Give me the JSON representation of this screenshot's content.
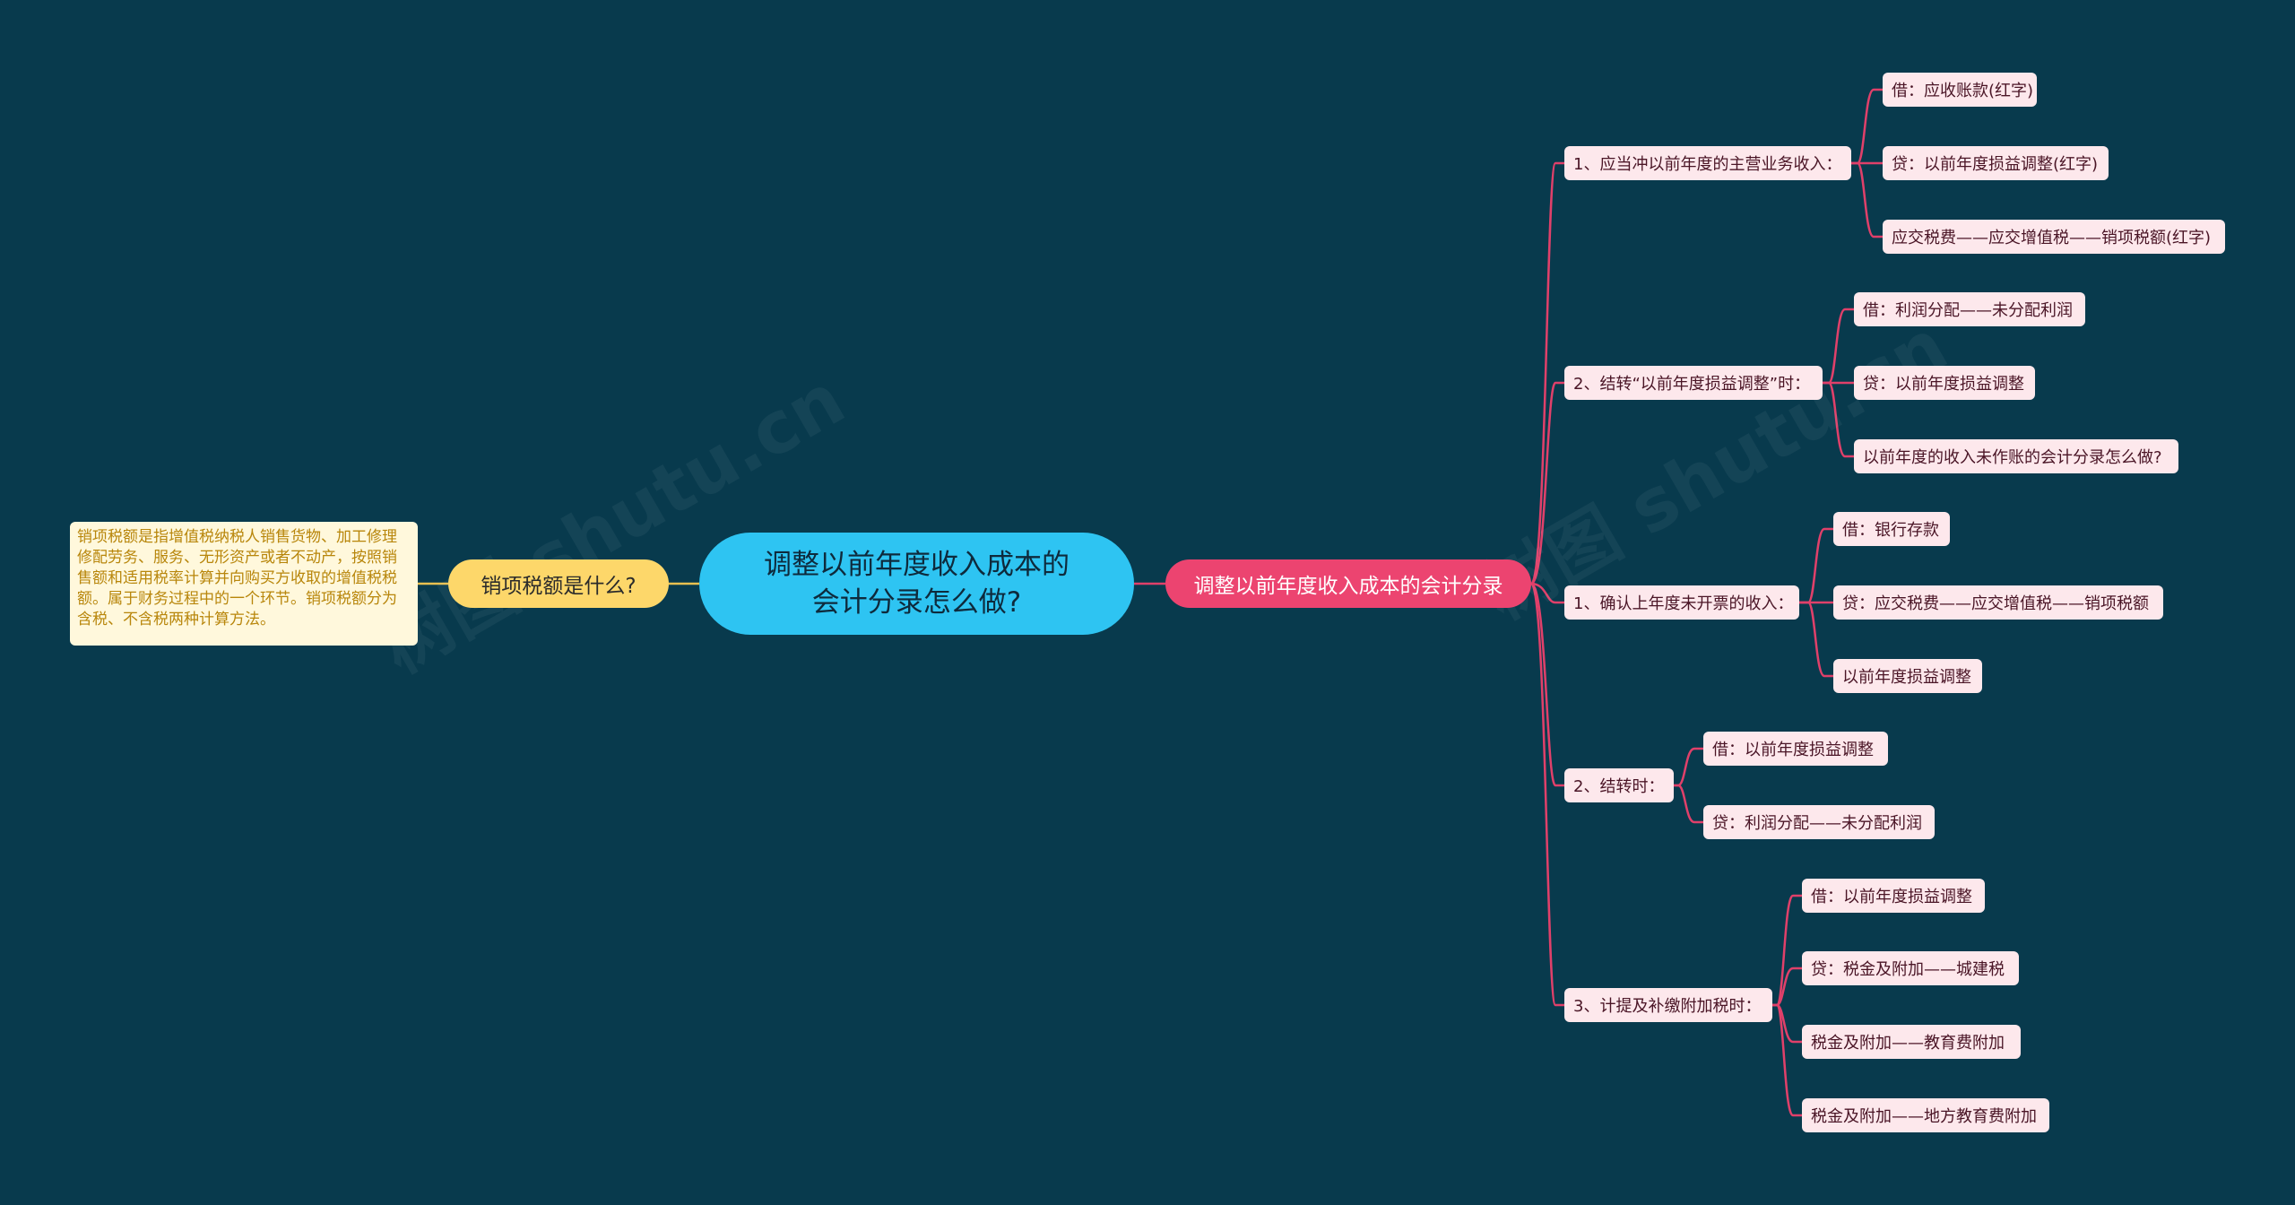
{
  "center": {
    "title": "调整以前年度收入成本的会计分录怎么做?"
  },
  "left_branch": {
    "label": "销项税额是什么?",
    "note": "销项税额是指增值税纳税人销售货物、加工修理修配劳务、服务、无形资产或者不动产，按照销售额和适用税率计算并向购买方收取的增值税税额。属于财务过程中的一个环节。销项税额分为含税、不含税两种计算方法。"
  },
  "right_branch": {
    "label": "调整以前年度收入成本的会计分录",
    "groups": [
      {
        "label": "1、应当冲以前年度的主营业务收入：",
        "items": [
          "借：应收账款(红字)",
          "贷：以前年度损益调整(红字)",
          "应交税费——应交增值税——销项税额(红字)"
        ]
      },
      {
        "label": "2、结转“以前年度损益调整”时：",
        "items": [
          "借：利润分配——未分配利润",
          "贷：以前年度损益调整",
          "以前年度的收入未作账的会计分录怎么做?"
        ]
      },
      {
        "label": "1、确认上年度未开票的收入：",
        "items": [
          "借：银行存款",
          "贷：应交税费——应交增值税——销项税额",
          "以前年度损益调整"
        ]
      },
      {
        "label": "2、结转时：",
        "items": [
          "借：以前年度损益调整",
          "贷：利润分配——未分配利润"
        ]
      },
      {
        "label": "3、计提及补缴附加税时：",
        "items": [
          "借：以前年度损益调整",
          "贷：税金及附加——城建税",
          "税金及附加——教育费附加",
          "税金及附加——地方教育费附加"
        ]
      }
    ]
  },
  "colors": {
    "background": "#083a4d",
    "center": "#2ec4f2",
    "left_pill": "#fdd76a",
    "right_pill": "#ec4470",
    "leaf_box": "#fde8ec",
    "link_right": "#e0406a",
    "link_left": "#e8c050"
  }
}
